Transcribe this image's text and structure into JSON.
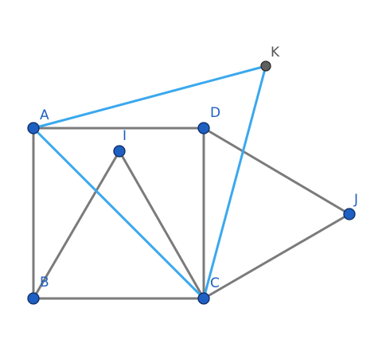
{
  "diagram": {
    "colors": {
      "gray_segment": "#7b7b7b",
      "blue_segment": "#3aa8ee",
      "blue_point": "#1f5fc2",
      "gray_point": "#5f5f5f"
    },
    "points": [
      {
        "id": "A",
        "label": "A",
        "style": "blue"
      },
      {
        "id": "B",
        "label": "B",
        "style": "blue"
      },
      {
        "id": "C",
        "label": "C",
        "style": "blue"
      },
      {
        "id": "D",
        "label": "D",
        "style": "blue"
      },
      {
        "id": "I",
        "label": "I",
        "style": "blue"
      },
      {
        "id": "J",
        "label": "J",
        "style": "blue"
      },
      {
        "id": "K",
        "label": "K",
        "style": "gray"
      }
    ],
    "segments": [
      {
        "from": "A",
        "to": "D",
        "style": "gray"
      },
      {
        "from": "A",
        "to": "B",
        "style": "gray"
      },
      {
        "from": "B",
        "to": "C",
        "style": "gray"
      },
      {
        "from": "D",
        "to": "C",
        "style": "gray"
      },
      {
        "from": "B",
        "to": "I",
        "style": "gray"
      },
      {
        "from": "I",
        "to": "C",
        "style": "gray"
      },
      {
        "from": "D",
        "to": "J",
        "style": "gray"
      },
      {
        "from": "C",
        "to": "J",
        "style": "gray"
      },
      {
        "from": "A",
        "to": "K",
        "style": "blue"
      },
      {
        "from": "K",
        "to": "C",
        "style": "blue"
      },
      {
        "from": "A",
        "to": "C",
        "style": "blue"
      }
    ]
  }
}
